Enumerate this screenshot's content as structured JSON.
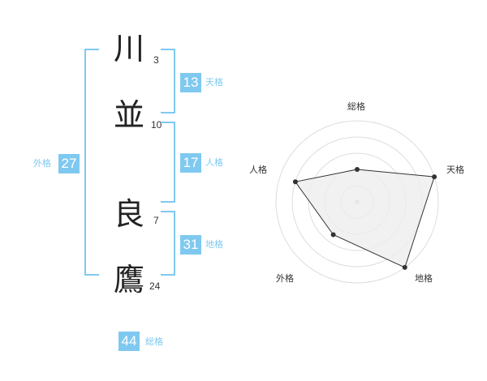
{
  "name": {
    "chars": [
      {
        "char": "川",
        "strokes": "3"
      },
      {
        "char": "並",
        "strokes": "10"
      },
      {
        "char": "良",
        "strokes": "7"
      },
      {
        "char": "鷹",
        "strokes": "24"
      }
    ]
  },
  "fortune": {
    "tenkaku": {
      "value": "13",
      "label": "天格"
    },
    "jinkaku": {
      "value": "17",
      "label": "人格"
    },
    "chikaku": {
      "value": "31",
      "label": "地格"
    },
    "gaikaku": {
      "value": "27",
      "label": "外格"
    },
    "soukaku": {
      "value": "44",
      "label": "総格"
    }
  },
  "chart_data": {
    "type": "radar",
    "axes": [
      "総格",
      "天格",
      "地格",
      "外格",
      "人格"
    ],
    "values": [
      2,
      5,
      5,
      2.5,
      4
    ],
    "max": 5,
    "rings": 5,
    "colors": {
      "fill": "#eeeeee",
      "stroke": "#333333",
      "grid": "#dddddd",
      "accent": "#7fc9f0"
    }
  }
}
